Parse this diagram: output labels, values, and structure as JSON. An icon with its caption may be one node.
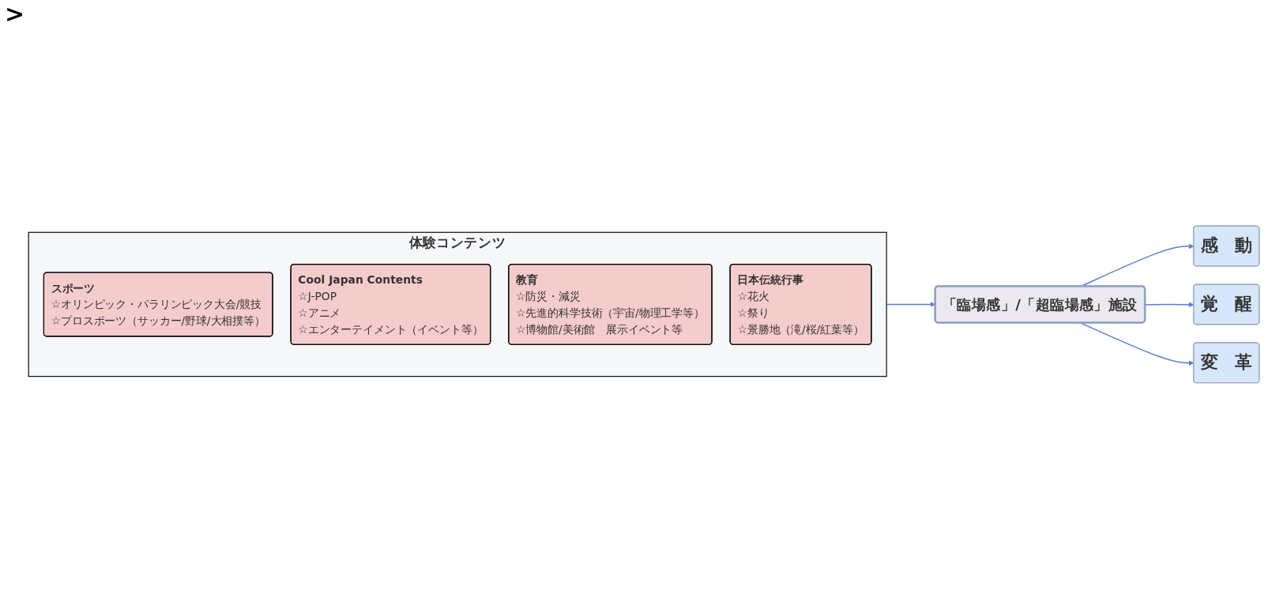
{
  "diagram": {
    "nodes": [
      {
        "text": [
          "体験コンテンツ"
        ]
      },
      {
        "text": [
          "スポーツ",
          "☆オリンピック・パラリンピック大会/競技",
          "☆プロスポーツ（サッカー/野球/大相撲等）"
        ],
        "in": 0
      },
      {
        "text": [
          "Cool Japan Contents",
          "☆J-POP",
          "☆アニメ",
          "☆エンターテイメント（イベント等）"
        ],
        "in": 0
      },
      {
        "text": [
          "教育",
          "☆防災・減災",
          "☆先進的科学技術（宇宙/物理工学等）",
          "☆博物館/美術館　展示イベント等"
        ],
        "in": 0
      },
      {
        "text": [
          "日本伝統行事",
          "☆花火",
          "☆祭り",
          "☆景勝地（滝/桜/紅葉等）"
        ],
        "in": 0
      },
      {
        "text": [
          "「臨場感」/「超臨場感」施設"
        ]
      },
      {
        "text": [
          "感　動"
        ]
      },
      {
        "text": [
          "覚　醒"
        ]
      },
      {
        "text": [
          "変　革"
        ]
      }
    ],
    "edges": [
      {
        "from": 0,
        "to": 5,
        "arrow": "to"
      },
      {
        "from": 5,
        "to": 6,
        "arrow": "to"
      },
      {
        "from": 5,
        "to": 7,
        "arrow": "to"
      },
      {
        "from": 5,
        "to": 8,
        "arrow": "to"
      }
    ],
    "labels": [
      ">"
    ]
  }
}
